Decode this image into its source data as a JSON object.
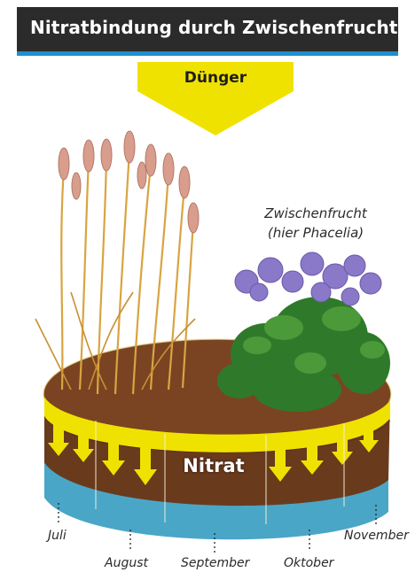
{
  "header": {
    "title": "Nitratbindung durch Zwischenfrucht"
  },
  "input_arrow": {
    "label": "Dünger"
  },
  "catch_crop": {
    "line1": "Zwischenfrucht",
    "line2": "(hier Phacelia)"
  },
  "soil": {
    "nitrate_label": "Nitrat"
  },
  "months": [
    "Juli",
    "August",
    "September",
    "Oktober",
    "November"
  ],
  "colors": {
    "header_bg": "#2b2b2b",
    "header_rule": "#1e8fcf",
    "arrow_yellow": "#f0e200",
    "soil_brown": "#6a3a1c",
    "water_blue": "#4aa6c6"
  }
}
